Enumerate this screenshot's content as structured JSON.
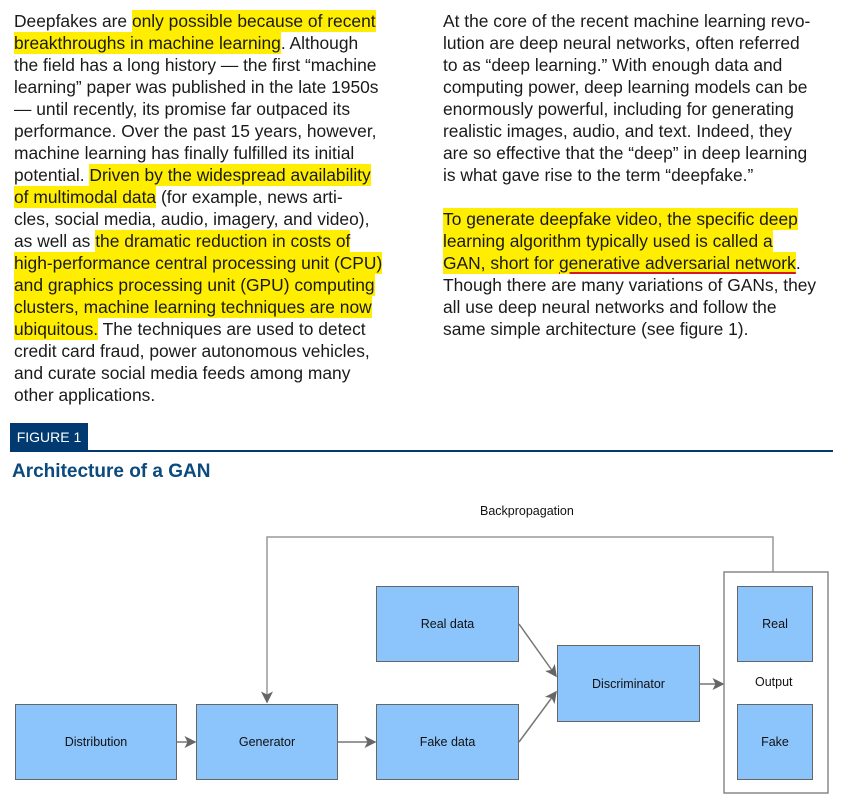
{
  "left_column": [
    [
      {
        "t": "Deepfakes are "
      },
      {
        "t": "only possible because of recent",
        "h": 1
      }
    ],
    [
      {
        "t": "breakthroughs in machine learning",
        "h": 1
      },
      {
        "t": ". Although"
      }
    ],
    [
      {
        "t": "the field has a long history — the first “machine"
      }
    ],
    [
      {
        "t": "learning” paper was published in the late 1950s"
      }
    ],
    [
      {
        "t": "— until recently, its promise far outpaced its"
      }
    ],
    [
      {
        "t": "performance. Over the past 15 years, however,"
      }
    ],
    [
      {
        "t": "machine learning has finally fulfilled its initial"
      }
    ],
    [
      {
        "t": "potential. "
      },
      {
        "t": "Driven by the widespread availability",
        "h": 1
      }
    ],
    [
      {
        "t": "of multimodal data",
        "h": 1
      },
      {
        "t": " (for example, news arti-"
      }
    ],
    [
      {
        "t": "cles, social media, audio, imagery, and video),"
      }
    ],
    [
      {
        "t": "as well as "
      },
      {
        "t": "the dramatic reduction in costs of",
        "h": 1
      }
    ],
    [
      {
        "t": "high-performance central processing unit (CPU)",
        "h": 1
      }
    ],
    [
      {
        "t": "and graphics processing unit (GPU) computing",
        "h": 1
      }
    ],
    [
      {
        "t": "clusters, machine learning techniques are now",
        "h": 1
      }
    ],
    [
      {
        "t": "ubiquitous.",
        "h": 1
      },
      {
        "t": " The techniques are used to detect"
      }
    ],
    [
      {
        "t": "credit card fraud, power autonomous vehicles,"
      }
    ],
    [
      {
        "t": "and curate social media feeds among many"
      }
    ],
    [
      {
        "t": "other applications."
      }
    ]
  ],
  "right_column": [
    [
      {
        "t": "At the core of the recent machine learning revo-"
      }
    ],
    [
      {
        "t": "lution are deep neural networks, often referred"
      }
    ],
    [
      {
        "t": "to as “deep learning.” With enough data and"
      }
    ],
    [
      {
        "t": "computing power, deep learning models can be"
      }
    ],
    [
      {
        "t": "enormously powerful, including for generating"
      }
    ],
    [
      {
        "t": "realistic images, audio, and text. Indeed, they"
      }
    ],
    [
      {
        "t": "are so effective that the “deep” in deep learning"
      }
    ],
    [
      {
        "t": "is what gave rise to the term “deepfake.”"
      }
    ],
    [],
    [
      {
        "t": "To generate deepfake video, the specific deep",
        "h": 1
      }
    ],
    [
      {
        "t": "learning algorithm typically used is called a",
        "h": 1
      }
    ],
    [
      {
        "t": "GAN, short for ",
        "h": 1
      },
      {
        "t": "generative adversarial network",
        "h": 1,
        "u": 1
      },
      {
        "t": "."
      }
    ],
    [
      {
        "t": "Though there are many variations of GANs, they"
      }
    ],
    [
      {
        "t": "all use deep neural networks and follow the"
      }
    ],
    [
      {
        "t": "same simple architecture (see figure 1)."
      }
    ]
  ],
  "figure": {
    "tag": "FIGURE 1",
    "title": "Architecture of a GAN",
    "backprop_label": "Backpropagation",
    "output_label": "Output",
    "boxes": {
      "distribution": "Distribution",
      "generator": "Generator",
      "fake_data": "Fake data",
      "real_data": "Real data",
      "discriminator": "Discriminator",
      "real": "Real",
      "fake": "Fake"
    }
  },
  "colors": {
    "highlight": "#ffee00",
    "underline": "#d61a1a",
    "figure_blue": "#003a70",
    "box_fill": "#8cc4fc"
  }
}
